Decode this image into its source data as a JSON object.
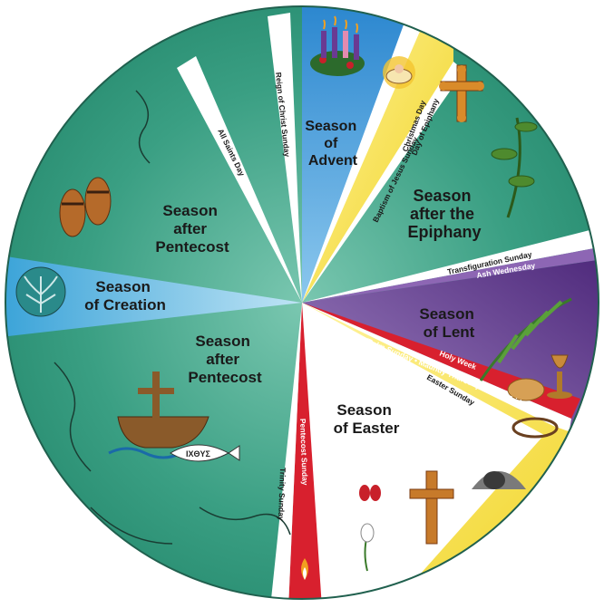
{
  "seasons": {
    "advent": [
      "Season",
      "of",
      "Advent"
    ],
    "epiphany": [
      "Season",
      "after the",
      "Epiphany"
    ],
    "lent": [
      "Season",
      "of Lent"
    ],
    "easter": [
      "Season",
      "of Easter"
    ],
    "pentecost_upper": [
      "Season",
      "after",
      "Pentecost"
    ],
    "creation": [
      "Season",
      "of Creation"
    ],
    "pentecost_lower": [
      "Season",
      "after",
      "Pentecost"
    ]
  },
  "days": {
    "christmas": "Christmas Day",
    "epiphany_day": "Day of Epiphany",
    "baptism": "Baptism of Jesus Sunday",
    "transfiguration": "Transfiguration Sunday",
    "ash_wednesday": "Ash Wednesday",
    "holy_week": "Holy Week",
    "palm_sunday": "Passion/Palm Sunday • Maundy Thursday • Good Friday",
    "easter_sunday": "Easter Sunday",
    "pentecost_sunday": "Pentecost Sunday",
    "trinity_sunday": "Trinity Sunday",
    "all_saints": "All Saints Day",
    "reign_of_christ": "Reign of Christ Sunday"
  },
  "fish_label": "IXΘYΣ",
  "colors": {
    "green": "#2f9a7c",
    "blue": "#3d9ad8",
    "purple": "#6a3a92",
    "white": "#ffffff",
    "red": "#d8202e",
    "yellow": "#f2de3a",
    "creation_blue": "#5fb8e0"
  }
}
